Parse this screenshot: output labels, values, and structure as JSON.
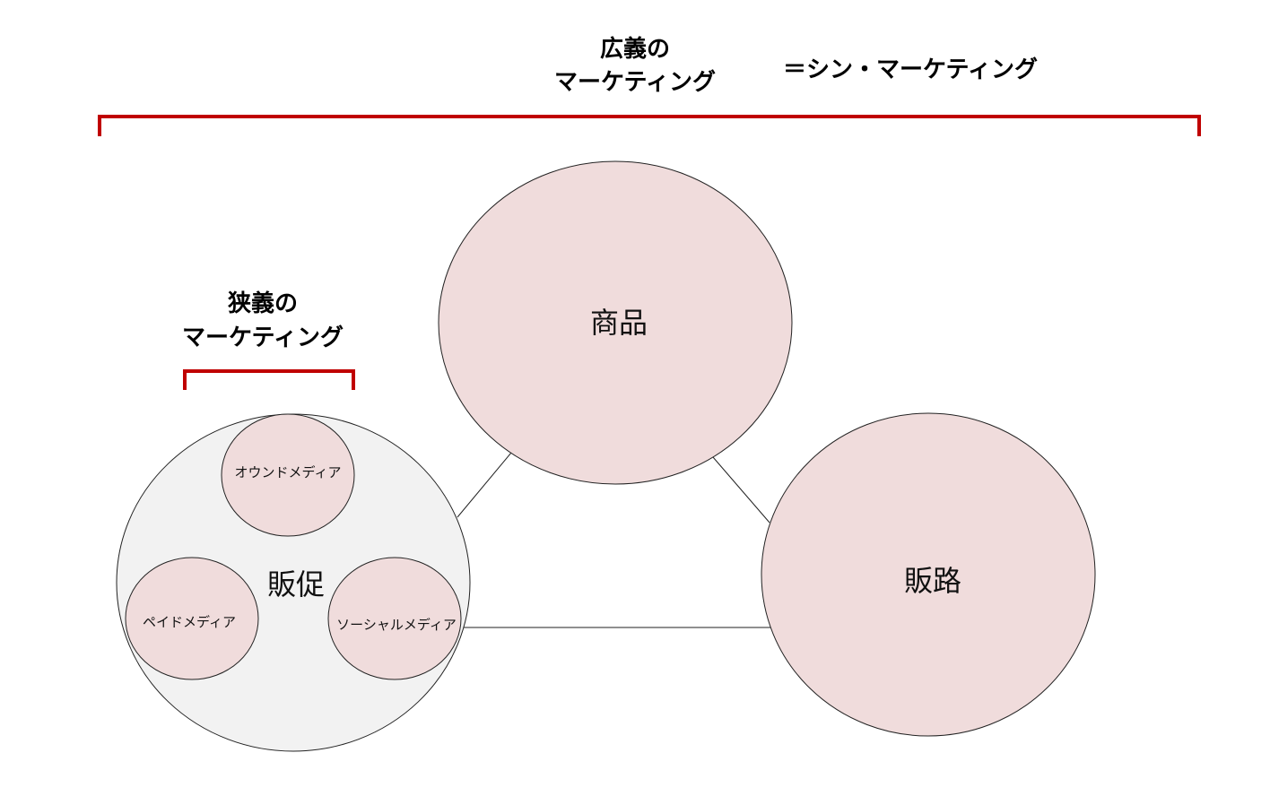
{
  "colors": {
    "bracket": "#c00000",
    "circle_fill": "#f0dcdc",
    "promo_fill": "#f2f2f2",
    "stroke": "#222222"
  },
  "broad": {
    "line1": "広義の",
    "line2": "マーケティング",
    "equals": "＝シン・マーケティング"
  },
  "narrow": {
    "line1": "狭義の",
    "line2": "マーケティング"
  },
  "nodes": {
    "product": "商品",
    "channel": "販路",
    "promotion": "販促"
  },
  "media": {
    "owned": "オウンドメディア",
    "paid": "ペイドメディア",
    "social": "ソーシャルメディア"
  }
}
